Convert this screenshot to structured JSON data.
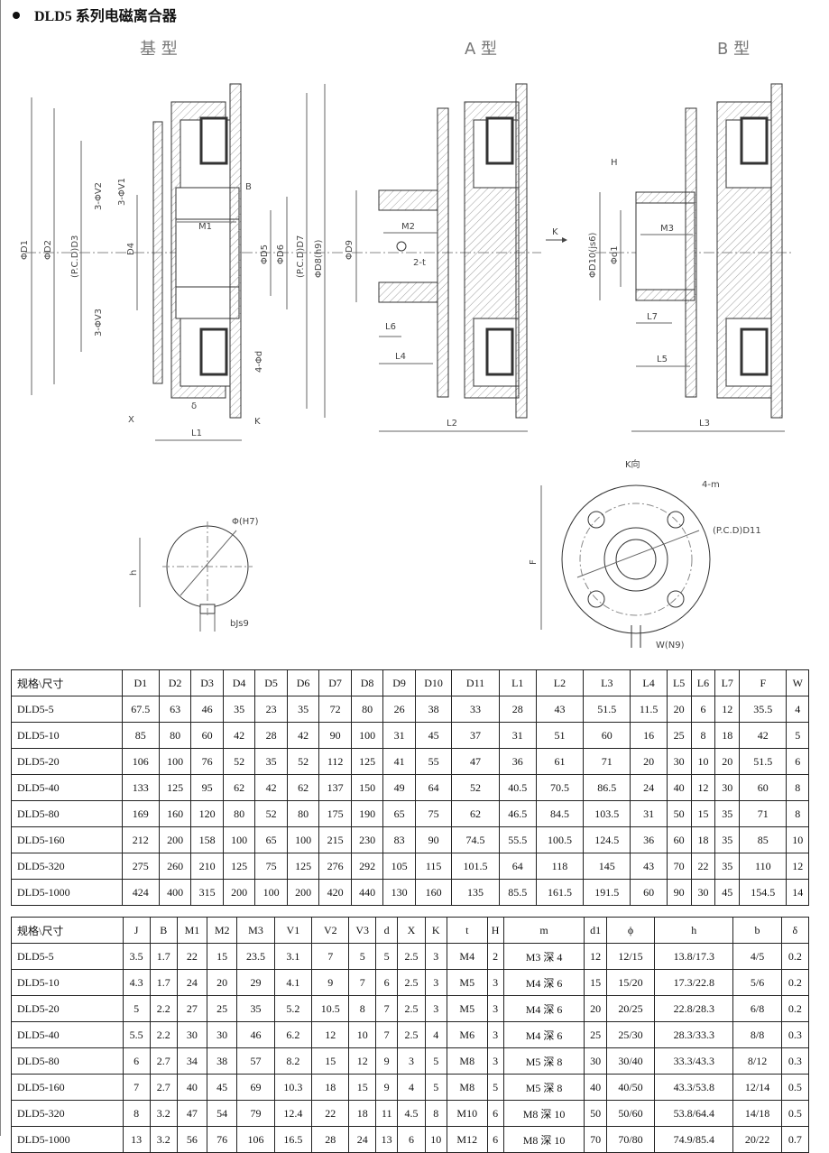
{
  "title": "DLD5 系列电磁离合器",
  "views": {
    "base": "基 型",
    "a": "A 型",
    "b": "B 型"
  },
  "labels": {
    "d1": "ΦD1",
    "d2": "ΦD2",
    "d3": "(P.C.D)D3",
    "d4": "D4",
    "d5": "ΦD5",
    "d6": "ΦD6",
    "d7": "(P.C.D)D7",
    "d8": "ΦD8(h9)",
    "v2": "3-ΦV2",
    "v1": "3-ΦV1",
    "v3": "3-ΦV3",
    "m1": "M1",
    "b": "B",
    "fourd": "4-Φd",
    "x": "X",
    "delta": "δ",
    "k": "K",
    "l1": "L1",
    "d9": "ΦD9",
    "m2": "M2",
    "twot": "2-t",
    "l6": "L6",
    "l4": "L4",
    "l2": "L2",
    "h": "H",
    "d10": "ΦD10(js6)",
    "dd1": "Φd1",
    "m3": "M3",
    "l7": "L7",
    "l5": "L5",
    "l3": "L3",
    "karrow": "K",
    "kview": "K向",
    "fourm": "4-m",
    "d11": "(P.C.D)D11",
    "f": "F",
    "w": "W(N9)",
    "phih7": "Φ(H7)",
    "hh": "h",
    "bjs9": "bJs9"
  },
  "table1": {
    "headers": [
      "规格\\尺寸",
      "D1",
      "D2",
      "D3",
      "D4",
      "D5",
      "D6",
      "D7",
      "D8",
      "D9",
      "D10",
      "D11",
      "L1",
      "L2",
      "L3",
      "L4",
      "L5",
      "L6",
      "L7",
      "F",
      "W"
    ],
    "rows": [
      [
        "DLD5-5",
        "67.5",
        "63",
        "46",
        "35",
        "23",
        "35",
        "72",
        "80",
        "26",
        "38",
        "33",
        "28",
        "43",
        "51.5",
        "11.5",
        "20",
        "6",
        "12",
        "35.5",
        "4"
      ],
      [
        "DLD5-10",
        "85",
        "80",
        "60",
        "42",
        "28",
        "42",
        "90",
        "100",
        "31",
        "45",
        "37",
        "31",
        "51",
        "60",
        "16",
        "25",
        "8",
        "18",
        "42",
        "5"
      ],
      [
        "DLD5-20",
        "106",
        "100",
        "76",
        "52",
        "35",
        "52",
        "112",
        "125",
        "41",
        "55",
        "47",
        "36",
        "61",
        "71",
        "20",
        "30",
        "10",
        "20",
        "51.5",
        "6"
      ],
      [
        "DLD5-40",
        "133",
        "125",
        "95",
        "62",
        "42",
        "62",
        "137",
        "150",
        "49",
        "64",
        "52",
        "40.5",
        "70.5",
        "86.5",
        "24",
        "40",
        "12",
        "30",
        "60",
        "8"
      ],
      [
        "DLD5-80",
        "169",
        "160",
        "120",
        "80",
        "52",
        "80",
        "175",
        "190",
        "65",
        "75",
        "62",
        "46.5",
        "84.5",
        "103.5",
        "31",
        "50",
        "15",
        "35",
        "71",
        "8"
      ],
      [
        "DLD5-160",
        "212",
        "200",
        "158",
        "100",
        "65",
        "100",
        "215",
        "230",
        "83",
        "90",
        "74.5",
        "55.5",
        "100.5",
        "124.5",
        "36",
        "60",
        "18",
        "35",
        "85",
        "10"
      ],
      [
        "DLD5-320",
        "275",
        "260",
        "210",
        "125",
        "75",
        "125",
        "276",
        "292",
        "105",
        "115",
        "101.5",
        "64",
        "118",
        "145",
        "43",
        "70",
        "22",
        "35",
        "110",
        "12"
      ],
      [
        "DLD5-1000",
        "424",
        "400",
        "315",
        "200",
        "100",
        "200",
        "420",
        "440",
        "130",
        "160",
        "135",
        "85.5",
        "161.5",
        "191.5",
        "60",
        "90",
        "30",
        "45",
        "154.5",
        "14"
      ]
    ]
  },
  "table2": {
    "headers": [
      "规格\\尺寸",
      "J",
      "B",
      "M1",
      "M2",
      "M3",
      "V1",
      "V2",
      "V3",
      "d",
      "X",
      "K",
      "t",
      "H",
      "m",
      "d1",
      "ϕ",
      "h",
      "b",
      "δ"
    ],
    "rows": [
      [
        "DLD5-5",
        "3.5",
        "1.7",
        "22",
        "15",
        "23.5",
        "3.1",
        "7",
        "5",
        "5",
        "2.5",
        "3",
        "M4",
        "2",
        "M3 深 4",
        "12",
        "12/15",
        "13.8/17.3",
        "4/5",
        "0.2"
      ],
      [
        "DLD5-10",
        "4.3",
        "1.7",
        "24",
        "20",
        "29",
        "4.1",
        "9",
        "7",
        "6",
        "2.5",
        "3",
        "M5",
        "3",
        "M4 深 6",
        "15",
        "15/20",
        "17.3/22.8",
        "5/6",
        "0.2"
      ],
      [
        "DLD5-20",
        "5",
        "2.2",
        "27",
        "25",
        "35",
        "5.2",
        "10.5",
        "8",
        "7",
        "2.5",
        "3",
        "M5",
        "3",
        "M4 深 6",
        "20",
        "20/25",
        "22.8/28.3",
        "6/8",
        "0.2"
      ],
      [
        "DLD5-40",
        "5.5",
        "2.2",
        "30",
        "30",
        "46",
        "6.2",
        "12",
        "10",
        "7",
        "2.5",
        "4",
        "M6",
        "3",
        "M4 深 6",
        "25",
        "25/30",
        "28.3/33.3",
        "8/8",
        "0.3"
      ],
      [
        "DLD5-80",
        "6",
        "2.7",
        "34",
        "38",
        "57",
        "8.2",
        "15",
        "12",
        "9",
        "3",
        "5",
        "M8",
        "3",
        "M5 深 8",
        "30",
        "30/40",
        "33.3/43.3",
        "8/12",
        "0.3"
      ],
      [
        "DLD5-160",
        "7",
        "2.7",
        "40",
        "45",
        "69",
        "10.3",
        "18",
        "15",
        "9",
        "4",
        "5",
        "M8",
        "5",
        "M5 深 8",
        "40",
        "40/50",
        "43.3/53.8",
        "12/14",
        "0.5"
      ],
      [
        "DLD5-320",
        "8",
        "3.2",
        "47",
        "54",
        "79",
        "12.4",
        "22",
        "18",
        "11",
        "4.5",
        "8",
        "M10",
        "6",
        "M8 深 10",
        "50",
        "50/60",
        "53.8/64.4",
        "14/18",
        "0.5"
      ],
      [
        "DLD5-1000",
        "13",
        "3.2",
        "56",
        "76",
        "106",
        "16.5",
        "28",
        "24",
        "13",
        "6",
        "10",
        "M12",
        "6",
        "M8 深 10",
        "70",
        "70/80",
        "74.9/85.4",
        "20/22",
        "0.7"
      ]
    ]
  }
}
